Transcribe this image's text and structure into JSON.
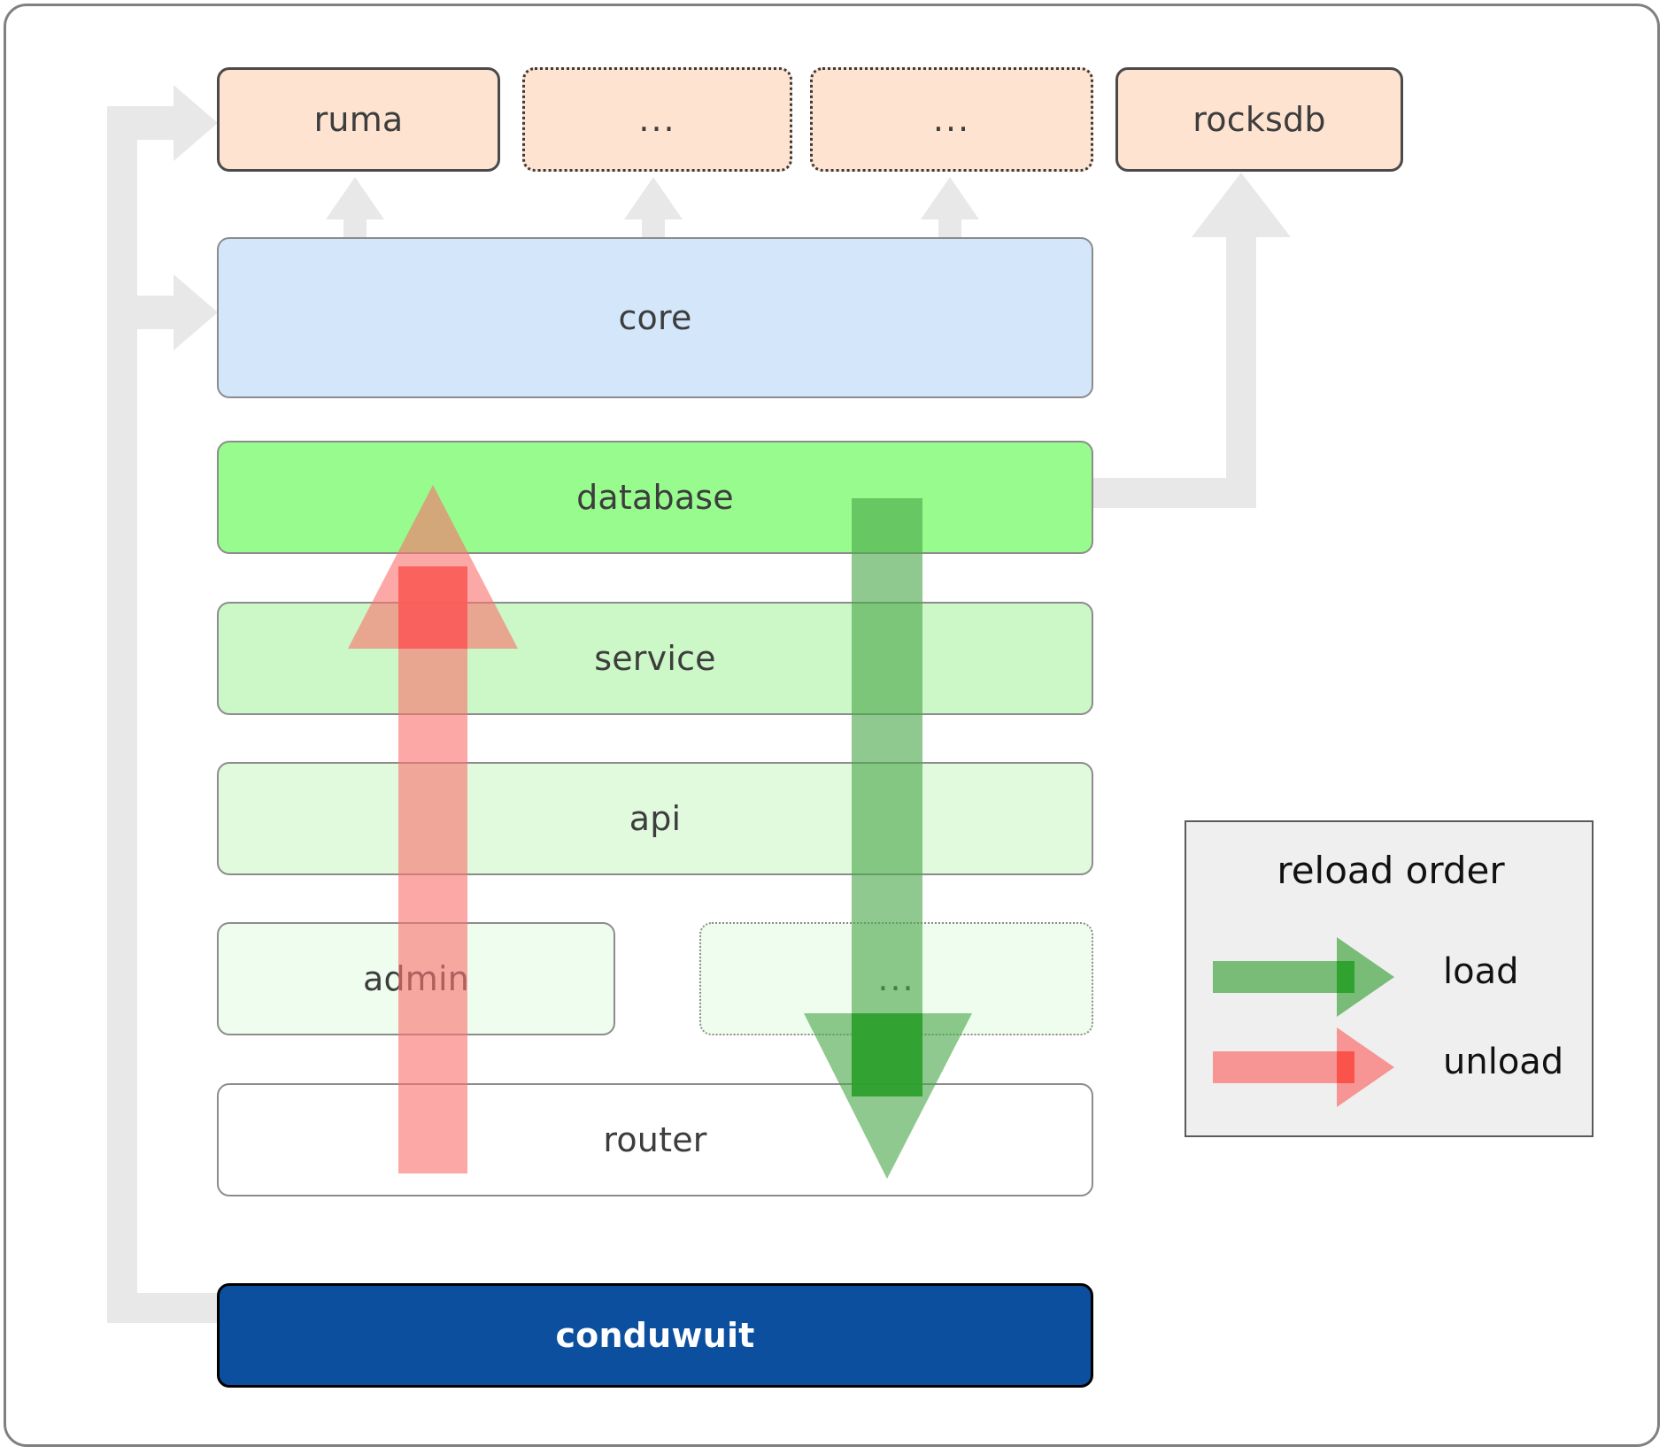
{
  "diagram": {
    "title": "conduwuit crate dependency / reload order diagram",
    "colors": {
      "frame_border": "#808080",
      "extern_fill": "#fde3d0",
      "extern_border": "#4a4a4a",
      "core_fill": "#d4e6fa",
      "core_border": "#8c8c8c",
      "database_fill": "#97fc8d",
      "service_fill": "#ccf7c6",
      "api_fill": "#e1fade",
      "admin_fill": "#effdee",
      "router_fill": "#ffffff",
      "conduwuit_fill": "#0b4f9e",
      "conduwuit_text": "#ffffff",
      "wire_gray": "#e8e8e8",
      "load_green": "#4aa84a",
      "unload_red": "#f8726f",
      "legend_bg": "#efefef",
      "legend_border": "#5a5a5a",
      "box_text": "#3d3d3d"
    },
    "extern_row": [
      {
        "label": "ruma",
        "style": "solid",
        "name": "ruma"
      },
      {
        "label": "...",
        "style": "dotted",
        "name": "extern-ellipsis-1"
      },
      {
        "label": "...",
        "style": "dotted",
        "name": "extern-ellipsis-2"
      },
      {
        "label": "rocksdb",
        "style": "solid",
        "name": "rocksdb"
      }
    ],
    "core": {
      "label": "core"
    },
    "stack": [
      {
        "label": "database",
        "name": "database"
      },
      {
        "label": "service",
        "name": "service"
      },
      {
        "label": "api",
        "name": "api"
      }
    ],
    "admin_row": [
      {
        "label": "admin",
        "style": "solid",
        "name": "admin"
      },
      {
        "label": "...",
        "style": "dotted",
        "name": "admin-ellipsis"
      }
    ],
    "router": {
      "label": "router"
    },
    "conduwuit": {
      "label": "conduwuit"
    },
    "legend": {
      "title": "reload order",
      "items": [
        {
          "label": "load",
          "color": "#4aa84a",
          "direction": "right",
          "name": "load"
        },
        {
          "label": "unload",
          "color": "#f8726f",
          "direction": "right",
          "name": "unload"
        }
      ]
    },
    "flows": [
      {
        "name": "load-flow",
        "label": "load",
        "direction": "down",
        "color": "#4aa84a",
        "from": "database",
        "to": "router"
      },
      {
        "name": "unload-flow",
        "label": "unload",
        "direction": "up",
        "color": "#f8726f",
        "from": "router",
        "to": "database"
      }
    ]
  }
}
